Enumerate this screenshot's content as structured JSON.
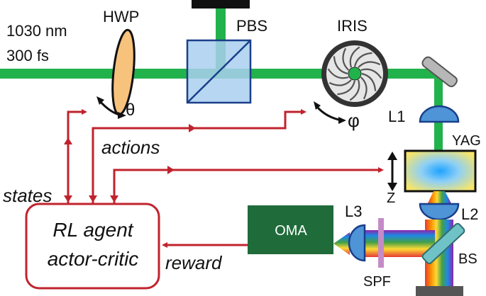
{
  "laser": {
    "wavelength": "1030 nm",
    "pulse": "300 fs"
  },
  "components": {
    "hwp": "HWP",
    "pbs": "PBS",
    "iris": "IRIS",
    "l1": "L1",
    "yag": "YAG",
    "l2": "L2",
    "bs": "BS",
    "l3": "L3",
    "spf": "SPF",
    "oma": "OMA"
  },
  "symbols": {
    "theta": "θ",
    "phi": "φ",
    "z": "Z"
  },
  "labels": {
    "actions": "actions",
    "states": "states",
    "reward": "reward"
  },
  "agent": {
    "line1": "RL agent",
    "line2": "actor-critic"
  },
  "colors": {
    "beam": "#22b24c",
    "signal": "#c0232e",
    "oma": "#1f6b3a",
    "hwp": "#f7c27c",
    "pbs": "#a9cfee",
    "lens": "#4e94d6",
    "spf": "#c58bc8",
    "bs": "#6fc3c7"
  }
}
